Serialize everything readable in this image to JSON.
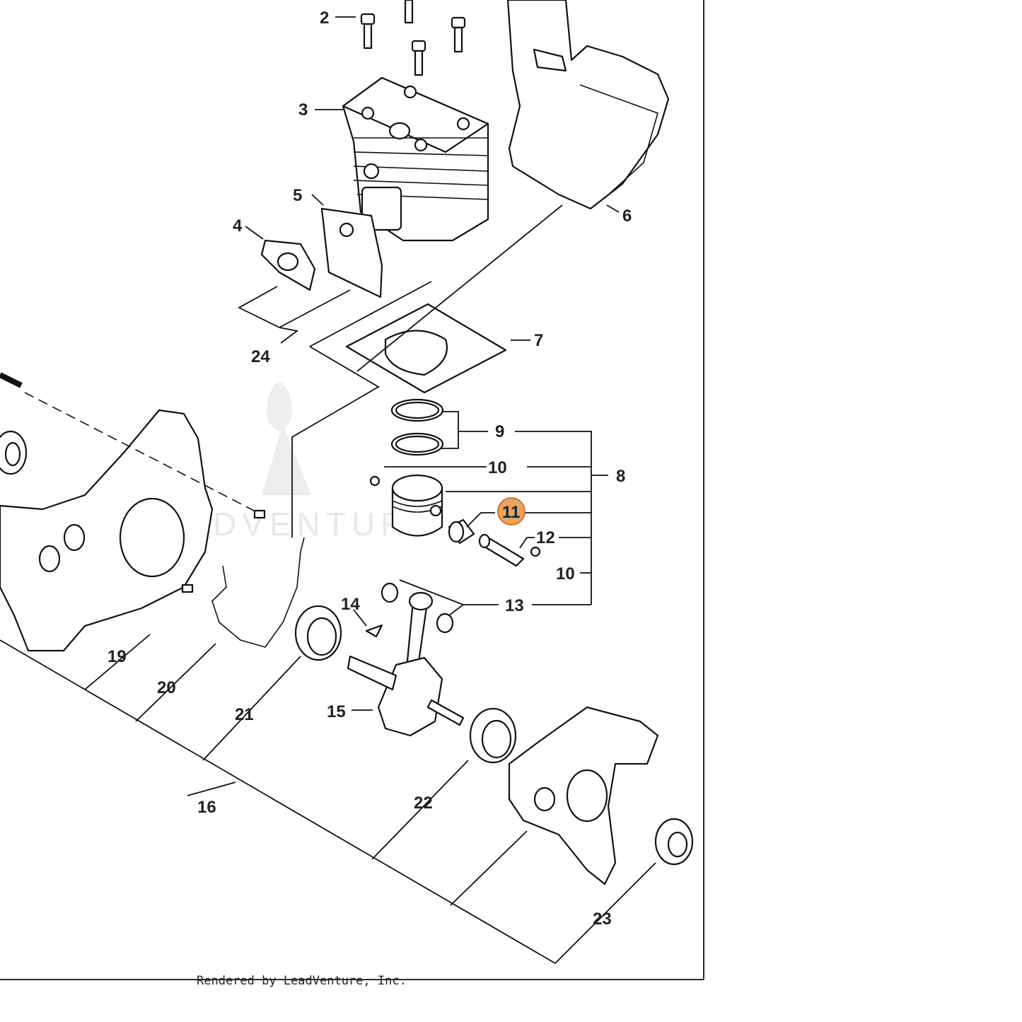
{
  "diagram": {
    "callouts": [
      "2",
      "3",
      "4",
      "5",
      "6",
      "7",
      "24",
      "9",
      "10",
      "8",
      "11",
      "12",
      "10",
      "13",
      "14",
      "15",
      "19",
      "20",
      "21",
      "22",
      "16",
      "23"
    ],
    "highlighted_callout": "11",
    "highlight_color": "#e8a365",
    "watermark": "LEADVENTURE",
    "footer": "Rendered by LeadVenture, Inc."
  }
}
